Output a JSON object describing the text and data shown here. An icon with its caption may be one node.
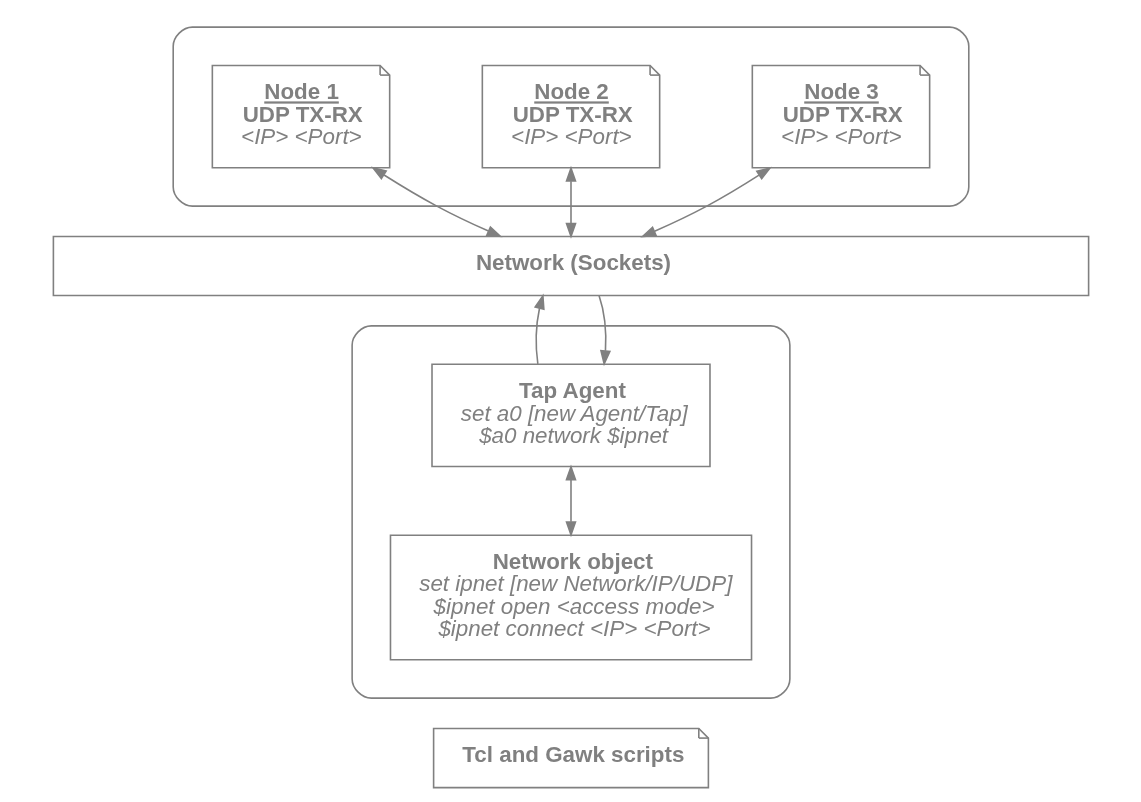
{
  "diagram": {
    "nodes": [
      {
        "text": [],
        "shape": "box"
      },
      {
        "text": [
          "Node 1",
          "UDP TX-RX",
          "<IP> <Port>"
        ],
        "in": 0
      },
      {
        "text": [
          "Node 2",
          "UDP TX-RX",
          "<IP> <Port>"
        ],
        "in": 0
      },
      {
        "text": [
          "Node 3",
          "UDP TX-RX",
          "<IP> <Port>"
        ],
        "in": 0
      },
      {
        "text": [
          "Network (Sockets)"
        ]
      },
      {
        "text": [],
        "shape": "box"
      },
      {
        "text": [
          "Tap Agent",
          "set a0 [new Agent/Tap]",
          "$a0 network $ipnet"
        ],
        "in": 5
      },
      {
        "text": [
          "Network object",
          "set ipnet [new Network/IP/UDP]",
          "$ipnet open <access mode>",
          "$ipnet connect <IP> <Port>"
        ],
        "in": 5
      },
      {
        "text": [
          "Tcl and Gawk scripts"
        ]
      }
    ],
    "edges": [
      {
        "from": 1,
        "to": 4,
        "arrow": "both"
      },
      {
        "from": 2,
        "to": 4,
        "arrow": "both"
      },
      {
        "from": 3,
        "to": 4,
        "arrow": "both"
      },
      {
        "from": 4,
        "to": 6,
        "arrow": "to"
      },
      {
        "from": 6,
        "to": 4,
        "arrow": "to"
      },
      {
        "from": 6,
        "to": 7,
        "arrow": "both"
      }
    ]
  }
}
